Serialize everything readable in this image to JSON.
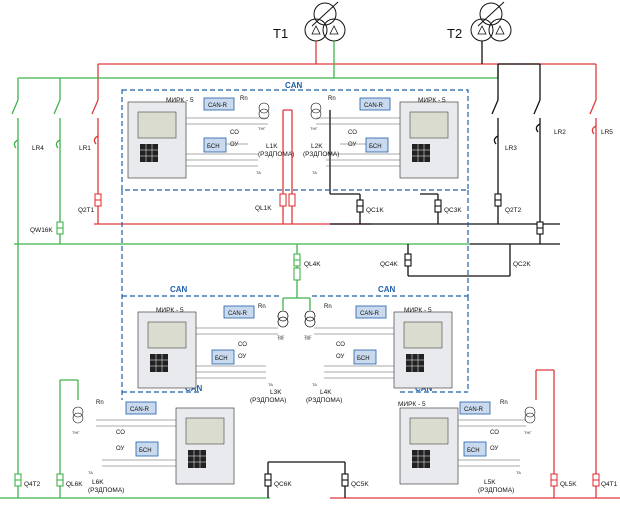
{
  "transformers": [
    {
      "id": "t1",
      "label": "T1"
    },
    {
      "id": "t2",
      "label": "T2"
    }
  ],
  "units": {
    "mirk": "МИРК - 5",
    "canr": "CAN-R",
    "bsn": "БСН",
    "ou": "ОУ",
    "co": "СО",
    "rn": "Rn",
    "tng": "ТНГ",
    "ta": "ТА",
    "can": "CAN"
  },
  "feeders": {
    "l1k": {
      "name": "L1K",
      "sub": "(РЗДПОМА)"
    },
    "l2k": {
      "name": "L2K",
      "sub": "(РЗДПОМА)"
    },
    "l3k": {
      "name": "L3K",
      "sub": "(РЗДПОМА)"
    },
    "l4k": {
      "name": "L4K",
      "sub": "(РЗДПОМА)"
    },
    "l5k": {
      "name": "L5K",
      "sub": "(РЗДПОМА)"
    },
    "l6k": {
      "name": "L6K",
      "sub": "(РЗДПОМА)"
    }
  },
  "switches": {
    "lr1": "LR1",
    "lr2": "LR2",
    "lr3": "LR3",
    "lr4": "LR4",
    "lr5": "LR5",
    "q2t1": "Q2T1",
    "q2t2": "Q2T2",
    "q4t1": "Q4T1",
    "q4t2": "Q4T2",
    "qw16k": "QW16K",
    "ql1k": "QL1K",
    "qc1k": "QC1K",
    "qc3k": "QC3K",
    "ql4k": "QL4K",
    "qc4k": "QC4K",
    "qc2k": "QC2K",
    "ql5k": "QL5K",
    "ql6k": "QL6K",
    "qc5k": "QC5K",
    "qc6k": "QC6K"
  },
  "colors": {
    "red": "#e0383a",
    "green": "#3fb24a",
    "black": "#111111",
    "can_blue": "#1f5fa8",
    "box_blue": "#c9d9ee"
  }
}
